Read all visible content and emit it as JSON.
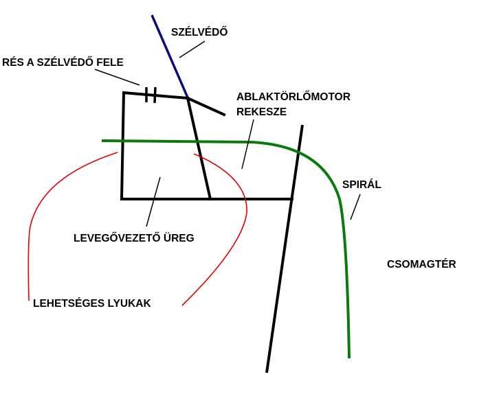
{
  "labels": {
    "windshield": "SZÉLVÉDŐ",
    "gap_toward_windshield": "RÉS A SZÉLVÉDŐ FELE",
    "wiper_motor_line1": "ABLAKTÖRLŐMOTOR",
    "wiper_motor_line2": "REKESZE",
    "air_duct_cavity": "LEVEGŐVEZETŐ ÜREG",
    "possible_holes": "LEHETSÉGES LYUKAK",
    "spiral": "SPIRÁL",
    "trunk": "CSOMAGTÉR"
  },
  "colors": {
    "windshield": "#0b0b7a",
    "structure": "#000000",
    "spiral": "#0a7a0a",
    "holes": "#e00000"
  }
}
